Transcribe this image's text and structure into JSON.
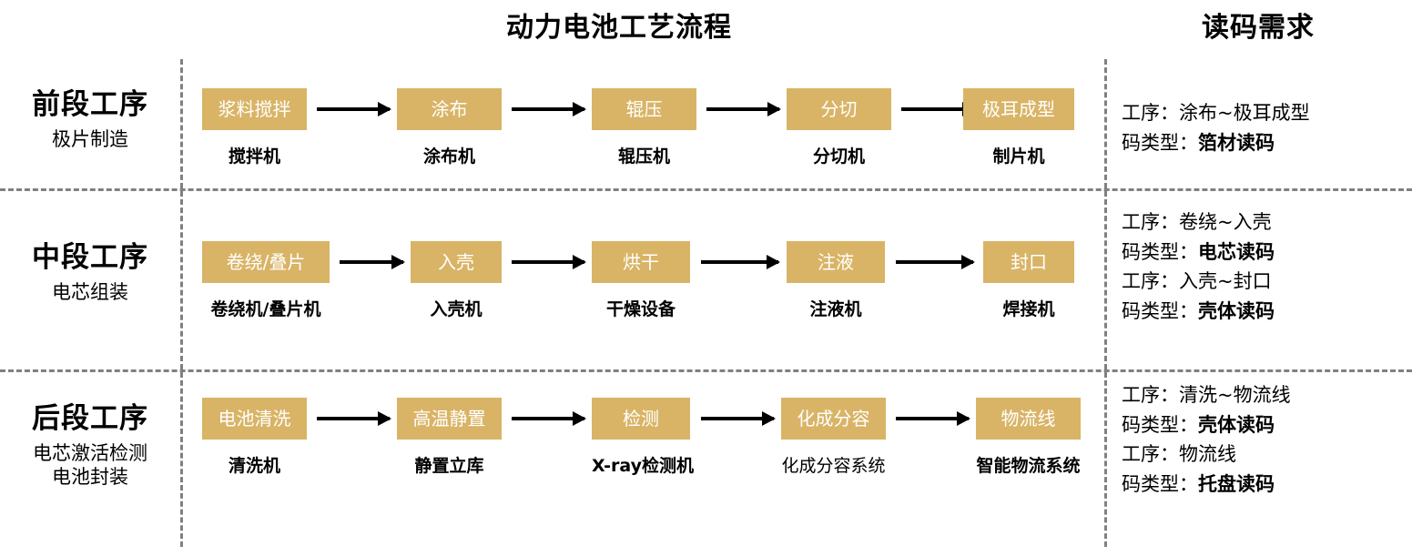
{
  "titles": {
    "process_title": "动力电池工艺流程",
    "requirement_title": "读码需求"
  },
  "colors": {
    "node_fill": "#d9b466",
    "node_text": "#ffffff",
    "divider": "#808080",
    "arrow": "#000000",
    "background": "#ffffff"
  },
  "stages": [
    {
      "name": "前段工序",
      "sub": "极片制造",
      "nodes": [
        {
          "box": "浆料搅拌",
          "caption": "搅拌机",
          "caption_bold": true
        },
        {
          "box": "涂布",
          "caption": "涂布机",
          "caption_bold": true
        },
        {
          "box": "辊压",
          "caption": "辊压机",
          "caption_bold": true
        },
        {
          "box": "分切",
          "caption": "分切机",
          "caption_bold": true
        },
        {
          "box": "极耳成型",
          "caption": "制片机",
          "caption_bold": true
        }
      ],
      "requirements": [
        {
          "label": "工序：",
          "value": "涂布~极耳成型",
          "value_bold": false
        },
        {
          "label": "码类型：",
          "value": "箔材读码",
          "value_bold": true
        }
      ]
    },
    {
      "name": "中段工序",
      "sub": "电芯组装",
      "nodes": [
        {
          "box": "卷绕/叠片",
          "caption": "卷绕机/叠片机",
          "caption_bold": true
        },
        {
          "box": "入壳",
          "caption": "入壳机",
          "caption_bold": true
        },
        {
          "box": "烘干",
          "caption": "干燥设备",
          "caption_bold": true
        },
        {
          "box": "注液",
          "caption": "注液机",
          "caption_bold": true
        },
        {
          "box": "封口",
          "caption": "焊接机",
          "caption_bold": true
        }
      ],
      "requirements": [
        {
          "label": "工序：",
          "value": "卷绕~入壳",
          "value_bold": false
        },
        {
          "label": "码类型：",
          "value": "电芯读码",
          "value_bold": true
        },
        {
          "label": "工序：",
          "value": "入壳~封口",
          "value_bold": false
        },
        {
          "label": "码类型：",
          "value": "壳体读码",
          "value_bold": true
        }
      ]
    },
    {
      "name": "后段工序",
      "sub": "电芯激活检测\n电池封装",
      "nodes": [
        {
          "box": "电池清洗",
          "caption": "清洗机",
          "caption_bold": true
        },
        {
          "box": "高温静置",
          "caption": "静置立库",
          "caption_bold": true
        },
        {
          "box": "检测",
          "caption": "X-ray检测机",
          "caption_bold": true
        },
        {
          "box": "化成分容",
          "caption": "化成分容系统",
          "caption_bold": false
        },
        {
          "box": "物流线",
          "caption": "智能物流系统",
          "caption_bold": true
        }
      ],
      "requirements": [
        {
          "label": "工序：",
          "value": "清洗~物流线",
          "value_bold": false
        },
        {
          "label": "码类型：",
          "value": "壳体读码",
          "value_bold": true
        },
        {
          "label": "工序：",
          "value": "物流线",
          "value_bold": false
        },
        {
          "label": "码类型：",
          "value": "托盘读码",
          "value_bold": true
        }
      ]
    }
  ]
}
